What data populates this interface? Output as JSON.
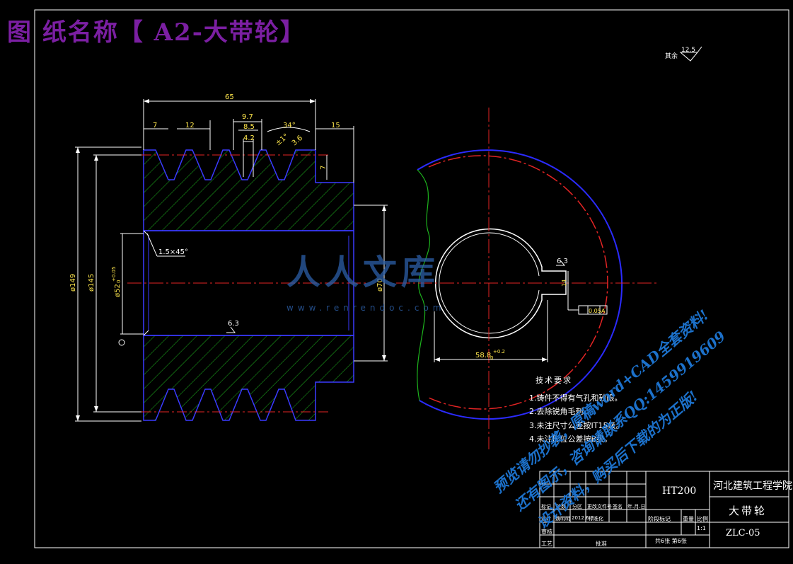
{
  "header": {
    "title": "图 纸名称【 A2-大带轮】"
  },
  "surface_finish": {
    "label": "其余",
    "value": "12.5"
  },
  "dimensions": {
    "overall_width": "65",
    "groove_pitch_a": "7",
    "groove_pitch_b": "12",
    "groove_top": "9.7",
    "groove_bottom": "8.5",
    "groove_mid": "4.2",
    "groove_angle": "34°",
    "groove_tol": "±1°",
    "groove_depth_small": "3.6",
    "right_offset": "15",
    "depth_7": "7",
    "dia_outer": "ø149",
    "dia_pitch": "ø145",
    "dia_bore": "ø52",
    "dia_bore_tol": "+0.05",
    "dia_bore_tol_low": "0",
    "dia_hub": "ø70",
    "chamfer": "1.5×45°",
    "roughness_a": "6.3",
    "roughness_b": "6.3",
    "keyway_width": "14",
    "keyway_depth": "58.8",
    "keyway_depth_tol": "+0.2",
    "keyway_depth_tol_low": "0",
    "symmetry_tol": "0.05",
    "datum": "A"
  },
  "tech_requirements": {
    "title": "技术要求",
    "items": [
      "1.铸件不得有气孔和砂眼。",
      "2.去除锐角毛刺。",
      "3.未注尺寸公差按IT15级。",
      "4.未注形位公差按B级。"
    ]
  },
  "title_block": {
    "material": "HT200",
    "school": "河北建筑工程学院",
    "part_name": "大带轮",
    "drawing_no": "ZLC-05",
    "scale": "1:1",
    "sheets": "共6张 第6张",
    "row_headers": [
      "标记",
      "处数",
      "分区",
      "更改文件号",
      "签名",
      "年.月.日"
    ],
    "designer_row": [
      "设计",
      "魏明明",
      "2012.6.9",
      "标准化"
    ],
    "stage_labels": [
      "阶段标记",
      "重量",
      "比例"
    ],
    "bottom_labels": [
      "审核",
      "工艺",
      "批准"
    ]
  },
  "watermark": {
    "logo": "人人文库",
    "url": "www.renrendoc.com",
    "lines": [
      "预览请勿抄袭，原稿word+CAD全套资料!",
      "还有图示，咨询请联系QQ:1459919609",
      "设计资料，购买后下载的为正版!"
    ]
  }
}
